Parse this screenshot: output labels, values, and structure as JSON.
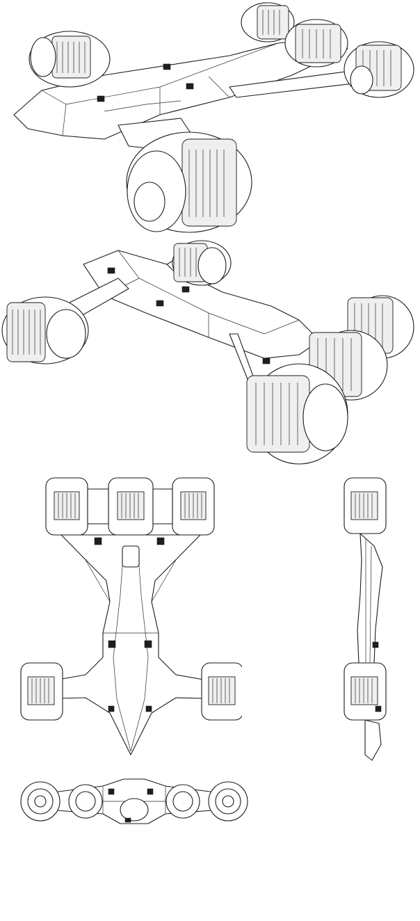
{
  "sheet": {
    "background": "#ffffff",
    "line_color": "#1a1a1a",
    "views": [
      {
        "id": "perspective-front-left",
        "label": ""
      },
      {
        "id": "perspective-front-right",
        "label": ""
      },
      {
        "id": "top",
        "label": ""
      },
      {
        "id": "side",
        "label": ""
      },
      {
        "id": "front",
        "label": ""
      }
    ]
  }
}
